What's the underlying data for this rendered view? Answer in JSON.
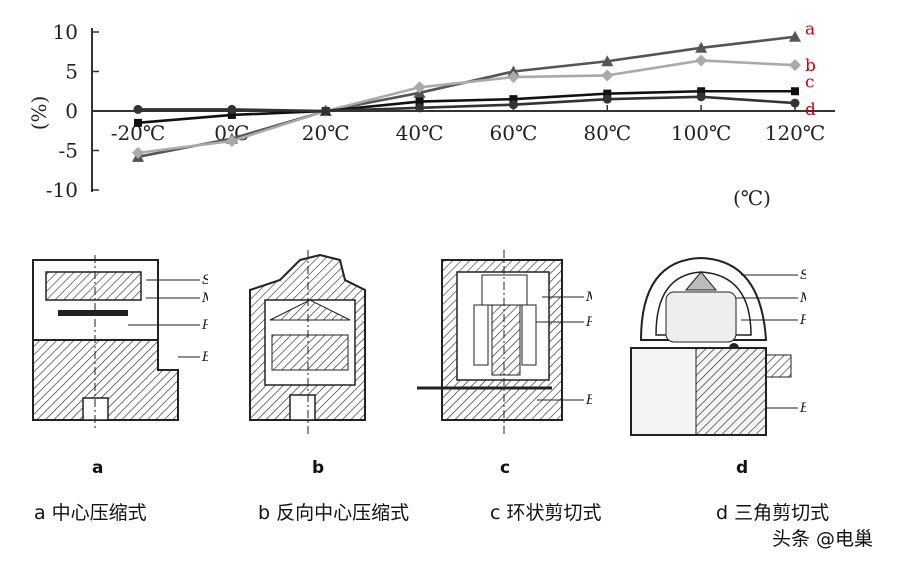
{
  "chart_data": {
    "type": "line",
    "ylabel": "(%)",
    "xlabel": "(℃)",
    "x_unit": "℃",
    "categories": [
      "-20℃",
      "0℃",
      "20℃",
      "40℃",
      "60℃",
      "80℃",
      "100℃",
      "120℃"
    ],
    "x": [
      -20,
      0,
      20,
      40,
      60,
      80,
      100,
      120
    ],
    "yticks": [
      "10",
      "5",
      "0",
      "-5",
      "-10"
    ],
    "ylim": [
      -10,
      10
    ],
    "xlim": [
      -20,
      120
    ],
    "grid": false,
    "legend": "right, labels at line ends",
    "series": [
      {
        "name": "a",
        "values": [
          -5.8,
          -3.5,
          0,
          2.3,
          5.0,
          6.3,
          8.0,
          9.4
        ],
        "color": "#555555"
      },
      {
        "name": "b",
        "values": [
          -5.3,
          -3.8,
          0,
          3.0,
          4.3,
          4.5,
          6.4,
          5.8
        ],
        "color": "#aaaaaa"
      },
      {
        "name": "c",
        "values": [
          -1.5,
          -0.5,
          0,
          1.2,
          1.5,
          2.2,
          2.5,
          2.5
        ],
        "color": "#111111"
      },
      {
        "name": "d",
        "values": [
          0.2,
          0.2,
          0,
          0.4,
          0.8,
          1.5,
          1.8,
          1.0
        ],
        "color": "#333333"
      }
    ],
    "series_label_color": "#cc0000"
  },
  "diagrams": [
    {
      "letter": "a",
      "caption": "a 中心压缩式",
      "labels": [
        "S",
        "M",
        "P",
        "B"
      ]
    },
    {
      "letter": "b",
      "caption": "b 反向中心压缩式",
      "labels": []
    },
    {
      "letter": "c",
      "caption": "c 环状剪切式",
      "labels": [
        "M",
        "P",
        "B"
      ]
    },
    {
      "letter": "d",
      "caption": "d 三角剪切式",
      "labels": [
        "S",
        "M",
        "P",
        "B"
      ]
    }
  ],
  "watermark": "头条 @电巢"
}
